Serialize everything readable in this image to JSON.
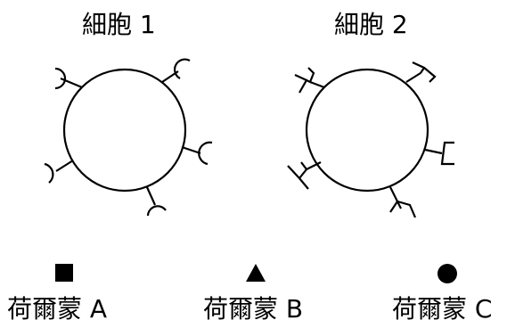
{
  "cells": [
    {
      "title": "細胞 1",
      "receptor_shape": "round-cup"
    },
    {
      "title": "細胞 2",
      "receptor_shape": "square-cup"
    }
  ],
  "hormones": [
    {
      "name": "荷爾蒙 A",
      "shape": "square"
    },
    {
      "name": "荷爾蒙 B",
      "shape": "triangle"
    },
    {
      "name": "荷爾蒙 C",
      "shape": "circle"
    }
  ],
  "colors": {
    "stroke": "#000000",
    "fill": "#000000",
    "background": "#ffffff"
  }
}
